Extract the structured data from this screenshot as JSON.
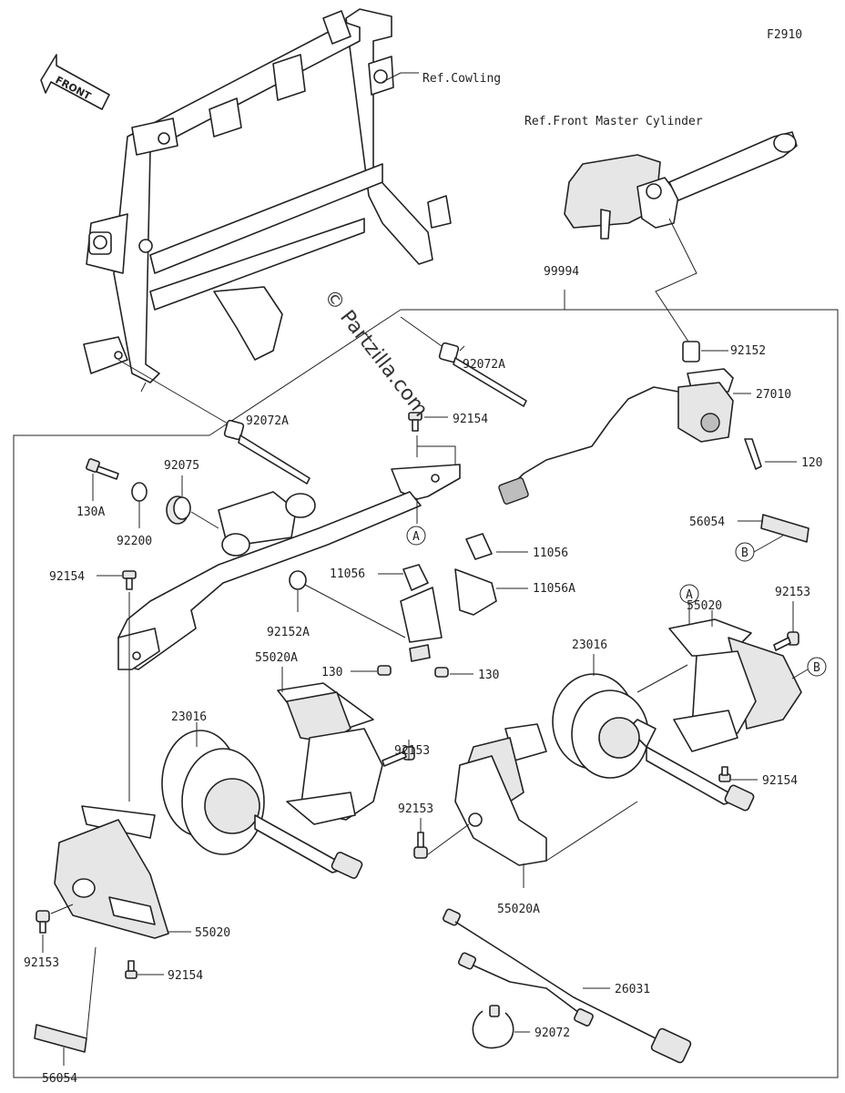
{
  "figure_code": "F2910",
  "front_arrow_text": "FRONT",
  "watermark": "© Partzilla.com",
  "references": {
    "cowling": "Ref.Cowling",
    "master_cylinder": "Ref.Front Master Cylinder"
  },
  "markers": {
    "a": "A",
    "b": "B"
  },
  "part_labels": {
    "p99994": "99994",
    "p92152": "92152",
    "p27010": "27010",
    "p120": "120",
    "p92072A_right": "92072A",
    "p92072A_left": "92072A",
    "p92154_top": "92154",
    "p92075": "92075",
    "p130A": "130A",
    "p92200": "92200",
    "p56054_right": "56054",
    "p11056_right": "11056",
    "p11056_left": "11056",
    "p11056A": "11056A",
    "p92154_left": "92154",
    "p92152A": "92152A",
    "p130_left": "130",
    "p130_right": "130",
    "p55020A_top": "55020A",
    "p92153_mid": "92153",
    "p23016_left": "23016",
    "p23016_right": "23016",
    "p55020_right": "55020",
    "p92153_right": "92153",
    "p92154_right": "92154",
    "p92153_center": "92153",
    "p55020A_bottom": "55020A",
    "p55020_left": "55020",
    "p92153_left": "92153",
    "p92154_bottom": "92154",
    "p26031": "26031",
    "p92072": "92072",
    "p56054_left": "56054"
  }
}
